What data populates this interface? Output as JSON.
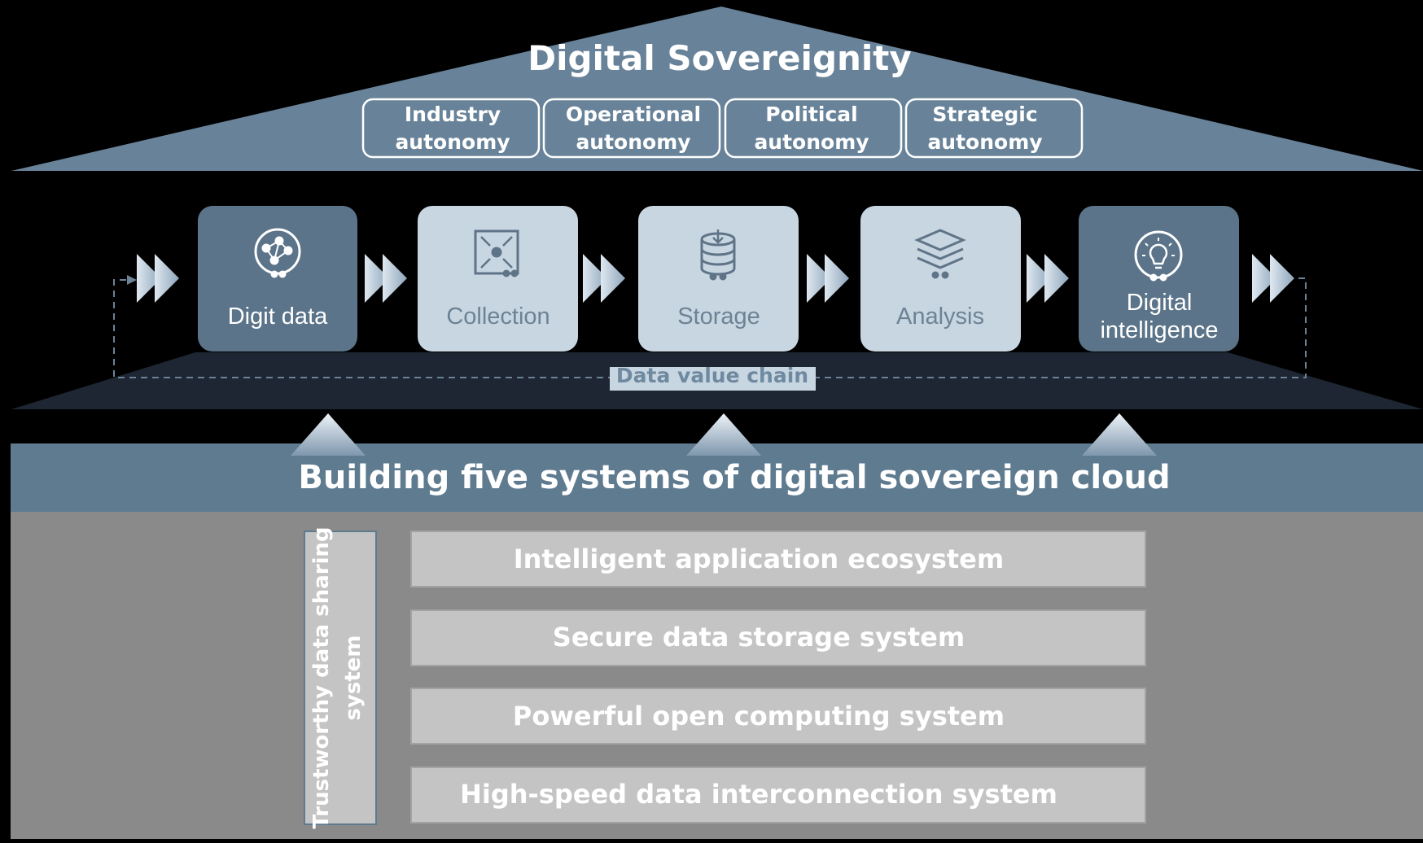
{
  "roof": {
    "title": "Digital Sovereignity",
    "pillars": [
      {
        "line1": "Industry",
        "line2": "autonomy"
      },
      {
        "line1": "Operational",
        "line2": "autonomy"
      },
      {
        "line1": "Political",
        "line2": "autonomy"
      },
      {
        "line1": "Strategic",
        "line2": "autonomy"
      }
    ]
  },
  "chain": {
    "label": "Data value chain",
    "nodes": [
      {
        "line1": "Digit data",
        "line2": "",
        "icon": "network-icon",
        "style": "dark"
      },
      {
        "line1": "Collection",
        "line2": "",
        "icon": "collection-icon",
        "style": "light"
      },
      {
        "line1": "Storage",
        "line2": "",
        "icon": "database-icon",
        "style": "light"
      },
      {
        "line1": "Analysis",
        "line2": "",
        "icon": "layers-icon",
        "style": "light"
      },
      {
        "line1": "Digital",
        "line2": "intelligence",
        "icon": "lightbulb-icon",
        "style": "dark"
      }
    ]
  },
  "foundation": {
    "title": "Building five systems of digital sovereign cloud",
    "side_line1": "Trustworthy data sharing",
    "side_line2": "system",
    "systems": [
      "Intelligent application ecosystem",
      "Secure data storage system",
      "Powerful open computing system",
      "High-speed data interconnection system"
    ]
  },
  "colors": {
    "roof": "#688399",
    "band": "#5f7b90",
    "dark_node": "#5b7489",
    "light_node": "#c8d6e1",
    "platform": "#1d2632",
    "base": "#8a8a8a",
    "bar": "#c4c4c4"
  }
}
